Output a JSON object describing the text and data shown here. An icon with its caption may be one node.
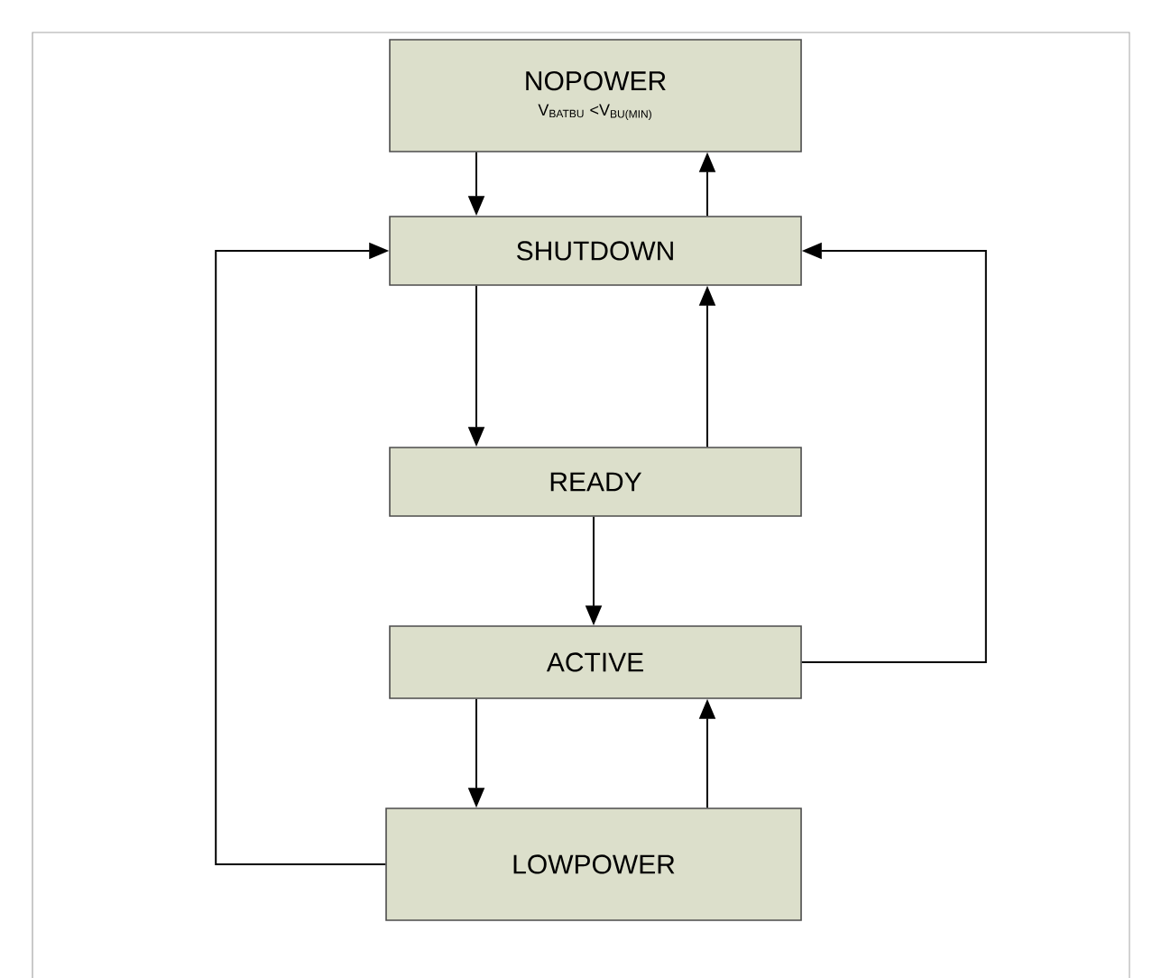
{
  "diagram": {
    "nodes": [
      {
        "text": [
          "NOPOWER",
          "V$_{BATBU}$ <V$_{BU(MIN)}$"
        ]
      },
      {
        "text": [
          "SHUTDOWN"
        ]
      },
      {
        "text": [
          "READY"
        ]
      },
      {
        "text": [
          "ACTIVE"
        ]
      },
      {
        "text": [
          "LOWPOWER"
        ]
      }
    ],
    "edges": [
      {
        "from": 0,
        "to": 1,
        "arrow": "to"
      },
      {
        "from": 1,
        "to": 0,
        "arrow": "to"
      },
      {
        "from": 1,
        "to": 2,
        "arrow": "to"
      },
      {
        "from": 2,
        "to": 1,
        "arrow": "to"
      },
      {
        "from": 2,
        "to": 3,
        "arrow": "to"
      },
      {
        "from": 3,
        "to": 1,
        "arrow": "to"
      },
      {
        "from": 3,
        "to": 4,
        "arrow": "to"
      },
      {
        "from": 4,
        "to": 3,
        "arrow": "to"
      },
      {
        "from": 4,
        "to": 1,
        "arrow": "to"
      }
    ]
  }
}
